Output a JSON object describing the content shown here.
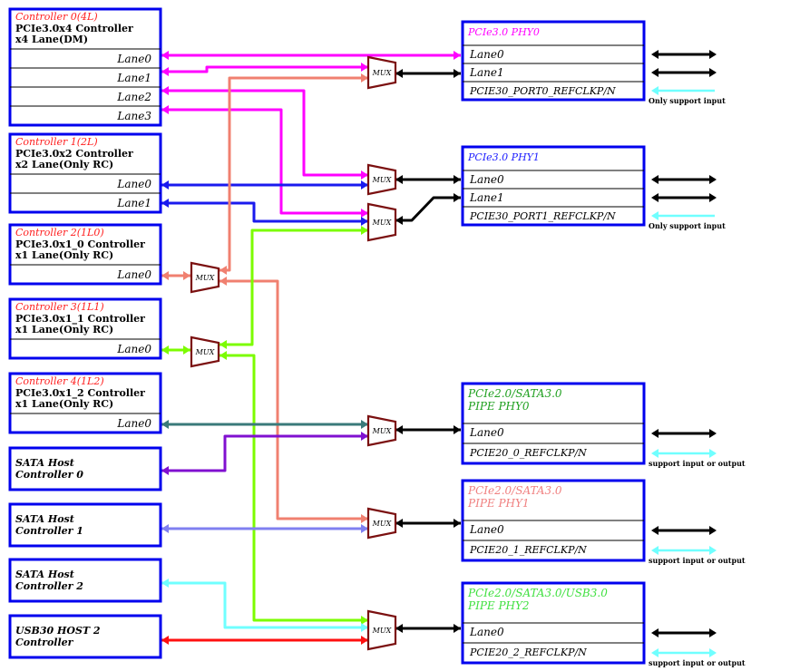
{
  "colors": {
    "box": "#0000ee",
    "mux_stroke": "#7b1010",
    "title_red": "#ff2020",
    "title_blue": "#2020ff",
    "title_green": "#20a020",
    "title_bright_green": "#40e040",
    "title_salmon": "#f08080",
    "magenta": "#ff00ff",
    "salmon": "#f08070",
    "blue": "#1a1aee",
    "green": "#7cfc00",
    "teal": "#3a7a7a",
    "purple": "#8010d0",
    "periwinkle": "#8080f0",
    "cyan": "#70ffff",
    "red": "#ff1010",
    "black": "#000000"
  },
  "controllers": [
    {
      "title": "Controller 0(4L)",
      "line1": "PCIe3.0x4 Controller",
      "line2": "x4 Lane(DM)",
      "lanes": [
        "Lane0",
        "Lane1",
        "Lane2",
        "Lane3"
      ]
    },
    {
      "title": "Controller 1(2L)",
      "line1": "PCIe3.0x2 Controller",
      "line2": "x2 Lane(Only RC)",
      "lanes": [
        "Lane0",
        "Lane1"
      ]
    },
    {
      "title": "Controller 2(1L0)",
      "line1": "PCIe3.0x1_0 Controller",
      "line2": "x1 Lane(Only RC)",
      "lanes": [
        "Lane0"
      ]
    },
    {
      "title": "Controller 3(1L1)",
      "line1": "PCIe3.0x1_1 Controller",
      "line2": "x1 Lane(Only RC)",
      "lanes": [
        "Lane0"
      ]
    },
    {
      "title": "Controller 4(1L2)",
      "line1": "PCIe3.0x1_2 Controller",
      "line2": "x1 Lane(Only RC)",
      "lanes": [
        "Lane0"
      ]
    }
  ],
  "hosts": [
    {
      "line1": "SATA Host",
      "line2": "Controller 0"
    },
    {
      "line1": "SATA Host",
      "line2": "Controller 1"
    },
    {
      "line1": "SATA Host",
      "line2": "Controller 2"
    },
    {
      "line1": "USB30 HOST 2",
      "line2": "Controller"
    }
  ],
  "phys": [
    {
      "title": [
        "PCIe3.0 PHY0"
      ],
      "lanes": [
        "Lane0",
        "Lane1"
      ],
      "refclk": "PCIE30_PORT0_REFCLKP/N",
      "note": "Only support input"
    },
    {
      "title": [
        "PCIe3.0 PHY1"
      ],
      "lanes": [
        "Lane0",
        "Lane1"
      ],
      "refclk": "PCIE30_PORT1_REFCLKP/N",
      "note": "Only support input"
    },
    {
      "title": [
        "PCIe2.0/SATA3.0",
        "PIPE PHY0"
      ],
      "lanes": [
        "Lane0"
      ],
      "refclk": "PCIE20_0_REFCLKP/N",
      "note": "support input or output"
    },
    {
      "title": [
        "PCIe2.0/SATA3.0",
        "PIPE PHY1"
      ],
      "lanes": [
        "Lane0"
      ],
      "refclk": "PCIE20_1_REFCLKP/N",
      "note": "support input or output"
    },
    {
      "title": [
        "PCIe2.0/SATA3.0/USB3.0",
        "PIPE PHY2"
      ],
      "lanes": [
        "Lane0"
      ],
      "refclk": "PCIE20_2_REFCLKP/N",
      "note": "support input or output"
    }
  ],
  "mux_label": "MUX"
}
